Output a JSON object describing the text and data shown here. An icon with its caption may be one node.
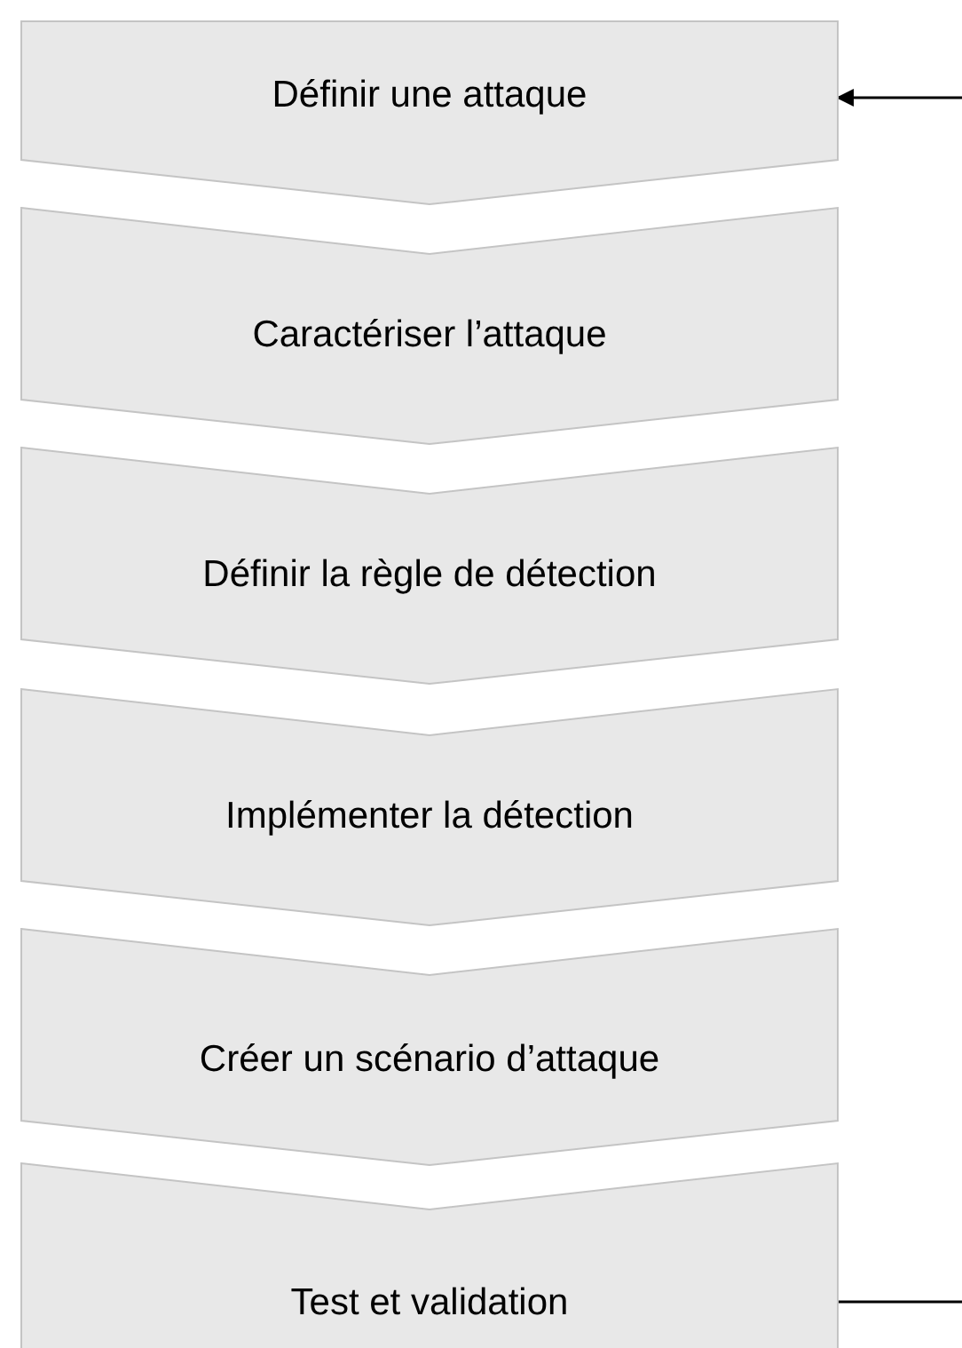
{
  "diagram": {
    "nodes": [
      {
        "text": [
          "Définir une attaque"
        ]
      },
      {
        "text": [
          "Caractériser l’attaque"
        ]
      },
      {
        "text": [
          "Définir la règle de détection"
        ]
      },
      {
        "text": [
          "Implémenter la détection"
        ]
      },
      {
        "text": [
          "Créer un scénario d’attaque"
        ]
      },
      {
        "text": [
          "Test et validation"
        ]
      }
    ],
    "edges": [
      {
        "from": 5,
        "to": 0,
        "arrow": "to"
      }
    ]
  }
}
